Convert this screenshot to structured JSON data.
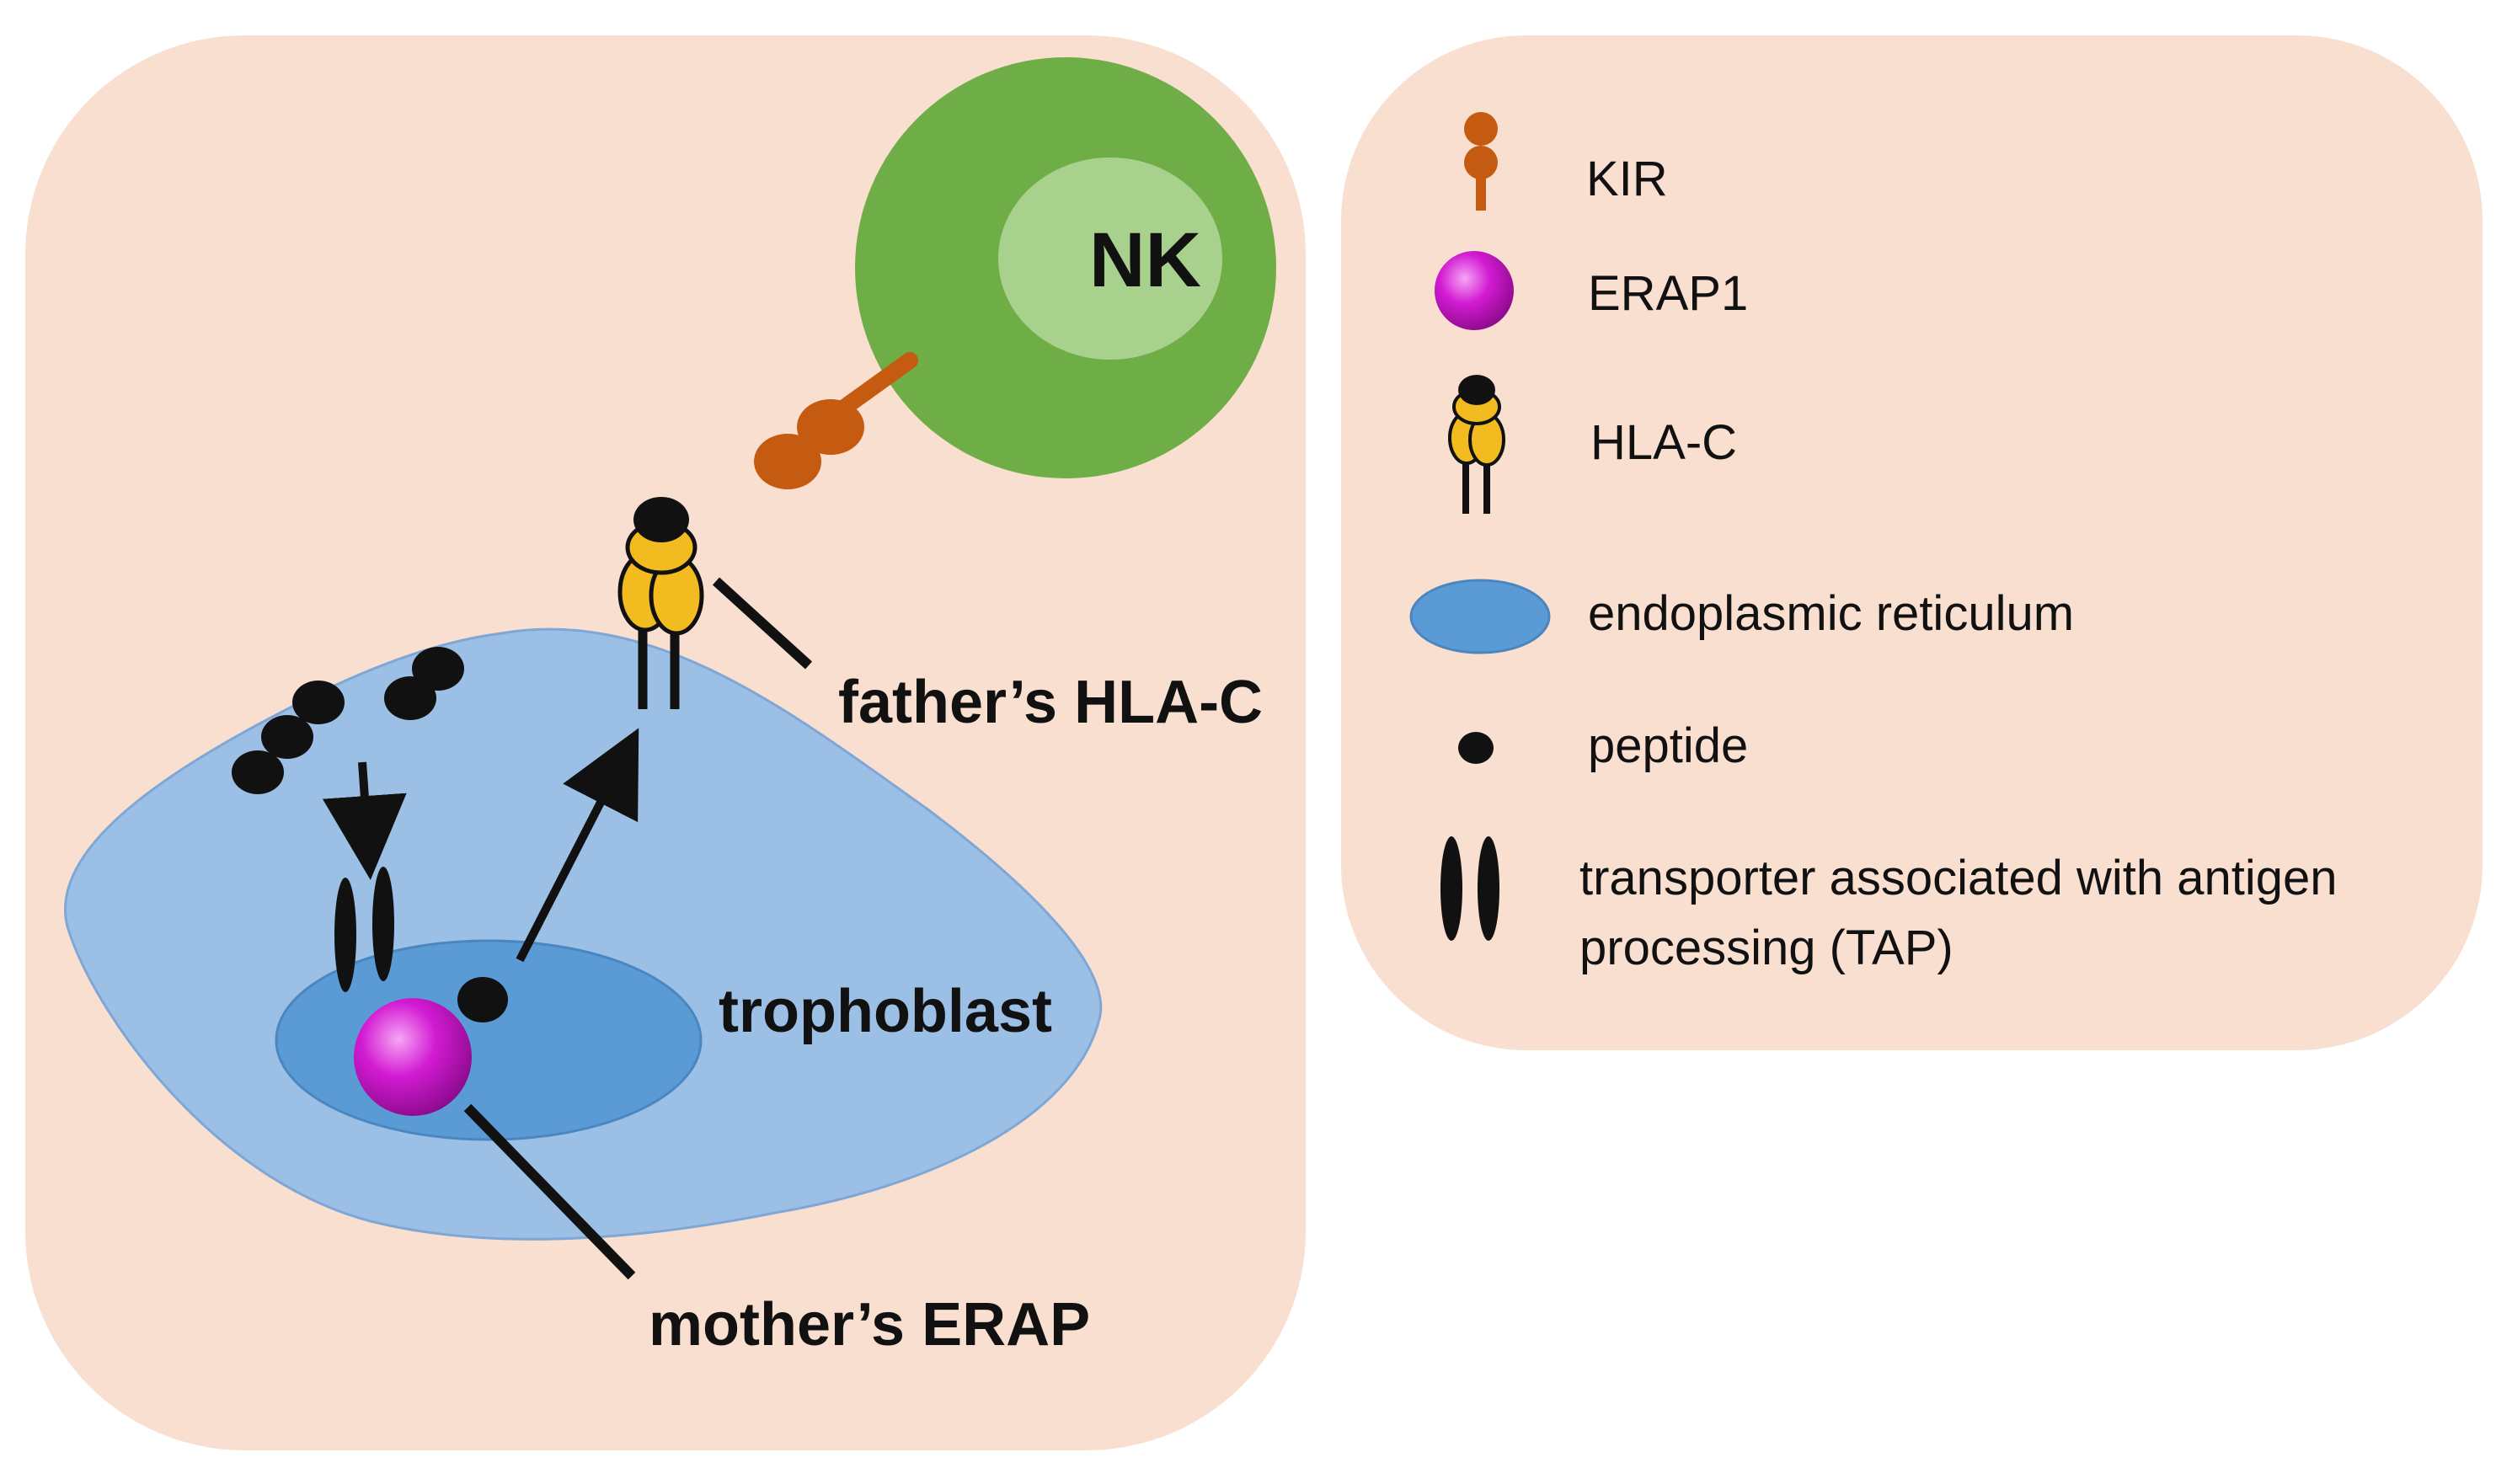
{
  "diagram": {
    "nk_label": "NK",
    "cell_label": "trophoblast",
    "hla_callout": "father’s HLA-C",
    "erap_callout": "mother’s ERAP"
  },
  "legend": {
    "kir": "KIR",
    "erap1": "ERAP1",
    "hla_c": "HLA-C",
    "er": "endoplasmic reticulum",
    "peptide": "peptide",
    "tap_line1": "transporter associated with antigen",
    "tap_line2": "processing (TAP)"
  },
  "colors": {
    "panel": "#f9dfd0",
    "nk_outer": "#6fae47",
    "nk_inner": "#a9d18e",
    "trophoblast": "#9cbfe5",
    "er": "#5b9bd5",
    "kir": "#c55a11",
    "hla": "#f2bb1f",
    "erap": "#d21bd2"
  }
}
